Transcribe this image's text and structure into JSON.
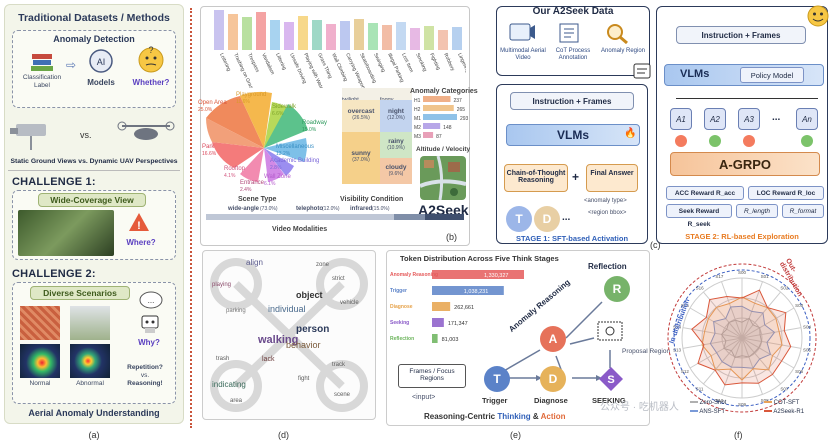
{
  "panel_a": {
    "title": "Traditional Datasets / Methods",
    "anomaly_detection": "Anomaly Detection",
    "classification": "Classification",
    "label": "Label",
    "models": "Models",
    "whether": "Whether?",
    "static_vs_dynamic": "Static Ground Views vs. Dynamic UAV Perspectives",
    "challenge1": "CHALLENGE 1:",
    "wide_coverage": "Wide-Coverage View",
    "where": "Where?",
    "challenge2": "CHALLENGE 2:",
    "diverse": "Diverse Scenarios",
    "why": "Why?",
    "repetition": "Repetition?",
    "vs": "vs.",
    "reasoning": "Reasoning!",
    "normal": "Normal",
    "abnormal": "Abnormal",
    "footer": "Aerial Anomaly Understanding",
    "caption": "(a)"
  },
  "panel_b": {
    "bar_labels": [
      "Loitering",
      "Trashing on Grass",
      "Trespass",
      "Vandalism",
      "Littering",
      "Unsafe Driving",
      "Playing with Water",
      "Grass Thing",
      "Wall Climbing",
      "Carrying Weapon",
      "Skateboarding",
      "Swinging",
      "Illegal Parking",
      "Lost Item",
      "Smoking",
      "Fighting",
      "Robbery",
      "Lingering"
    ],
    "scene_labels": [
      {
        "name": "Open Area",
        "pct": "25.0%"
      },
      {
        "name": "Playground",
        "pct": "11.6%"
      },
      {
        "name": "Sidewalk",
        "pct": "6.6%"
      },
      {
        "name": "Roadway",
        "pct": "15.0%"
      },
      {
        "name": "Miscellaneous",
        "pct": "13.2%"
      },
      {
        "name": "Academic Building",
        "pct": "2.8%"
      },
      {
        "name": "Wall Zone",
        "pct": "6.1%"
      },
      {
        "name": "Park",
        "pct": "16.6%"
      },
      {
        "name": "Rooftop",
        "pct": "4.1%"
      },
      {
        "name": "Entrance",
        "pct": "2.4%"
      }
    ],
    "scene_type": "Scene Type",
    "visibility": [
      {
        "name": "twilight",
        "pct": ""
      },
      {
        "name": "foggy",
        "pct": ""
      },
      {
        "name": "overcast",
        "pct": "(26.5%)"
      },
      {
        "name": "night",
        "pct": "(12.0%)"
      },
      {
        "name": "sunny",
        "pct": "(37.0%)"
      },
      {
        "name": "rainy",
        "pct": "(10.9%)"
      },
      {
        "name": "cloudy",
        "pct": "(9.6%)"
      }
    ],
    "visibility_title": "Visibility Condition",
    "anomaly_categories": "Anomaly Categories",
    "categories": [
      {
        "name": "H1",
        "value": 237
      },
      {
        "name": "H2",
        "value": 265
      },
      {
        "name": "M1",
        "value": 293
      },
      {
        "name": "M2",
        "value": 148
      },
      {
        "name": "M3",
        "value": 87
      }
    ],
    "altitude": "Altitude / Velocity",
    "a2seek": "A2Seek",
    "modalities": [
      {
        "name": "wide-angle",
        "pct": "(73.0%)"
      },
      {
        "name": "telephoto",
        "pct": "(12.0%)"
      },
      {
        "name": "infrared",
        "pct": "(15.0%)"
      }
    ],
    "video_modalities": "Video Modalities",
    "caption": "(b)"
  },
  "panel_c": {
    "title": "Our A2Seek Data",
    "items": [
      "Multimodal Aerial Video",
      "CoT Process Annotation",
      "Anomaly Region"
    ],
    "instruction": "Instruction + Frames",
    "vlms": "VLMs",
    "cot": "Chain-of-Thought Reasoning",
    "plus": "+",
    "final": "Final Answer",
    "anomaly_type": "<anomaly type>",
    "region_bbox": "<region bbox>",
    "t": "T",
    "d": "D",
    "dots": "...",
    "stage1": "STAGE 1: SFT-based Activation",
    "instruction2": "Instruction + Frames",
    "vlms2": "VLMs",
    "policy": "Policy Model",
    "a_labels": [
      "A1",
      "A2",
      "A3",
      "...",
      "An"
    ],
    "agrpo": "A-GRPO",
    "rewards": [
      "ACC Reward R_acc",
      "LOC Reward R_loc",
      "Seek Reward R_seek",
      "R_length",
      "R_format"
    ],
    "stage2": "STAGE 2: RL-based Exploration",
    "caption": "(c)"
  },
  "panel_d": {
    "words": [
      "align",
      "playing",
      "object",
      "individual",
      "walking",
      "person",
      "behavior",
      "indicating",
      "parking",
      "lack",
      "track",
      "strict",
      "scene",
      "area",
      "vehicle",
      "trash",
      "zone",
      "fight"
    ],
    "caption": "(d)"
  },
  "panel_e": {
    "title": "Token Distribution Across Five Think Stages",
    "stages": [
      {
        "name": "Anomaly Reasoning",
        "value": "1,330,327",
        "num": 1330327
      },
      {
        "name": "Trigger",
        "value": "1,038,231",
        "num": 1038231
      },
      {
        "name": "Diagnose",
        "value": "262,661",
        "num": 262661
      },
      {
        "name": "Seeking",
        "value": "171,347",
        "num": 171347
      },
      {
        "name": "Reflection",
        "value": "81,003",
        "num": 81003
      }
    ],
    "reflection": "Reflection",
    "anomaly_reasoning": "Anomaly Reasoning",
    "frames": "Frames / Focus Regions",
    "input": "<input>",
    "trigger": "Trigger",
    "diagnose": "Diagnose",
    "seeking": "SEEKING",
    "proposal": "Proposal Region",
    "nodes": [
      "R",
      "A",
      "T",
      "D",
      "S"
    ],
    "footer_pre": "Reasoning-Centric ",
    "footer_thinking": "Thinking",
    "footer_amp": " & ",
    "footer_action": "Action",
    "caption": "(e)"
  },
  "panel_f": {
    "out_dist": "Out-distribution",
    "in_dist": "In-distribution",
    "axes": [
      "S00",
      "S01",
      "S02",
      "S03",
      "S04",
      "S05",
      "S06",
      "S07",
      "S08",
      "S09",
      "S10",
      "S11",
      "S12",
      "S13",
      "S14",
      "S15",
      "S16",
      "S17"
    ],
    "legend": [
      "Zero-Shot",
      "ANS-SFT",
      "COT-SFT",
      "A2Seek-R1"
    ],
    "caption": "(f)"
  },
  "watermark": "公众号 · 吃机器人"
}
